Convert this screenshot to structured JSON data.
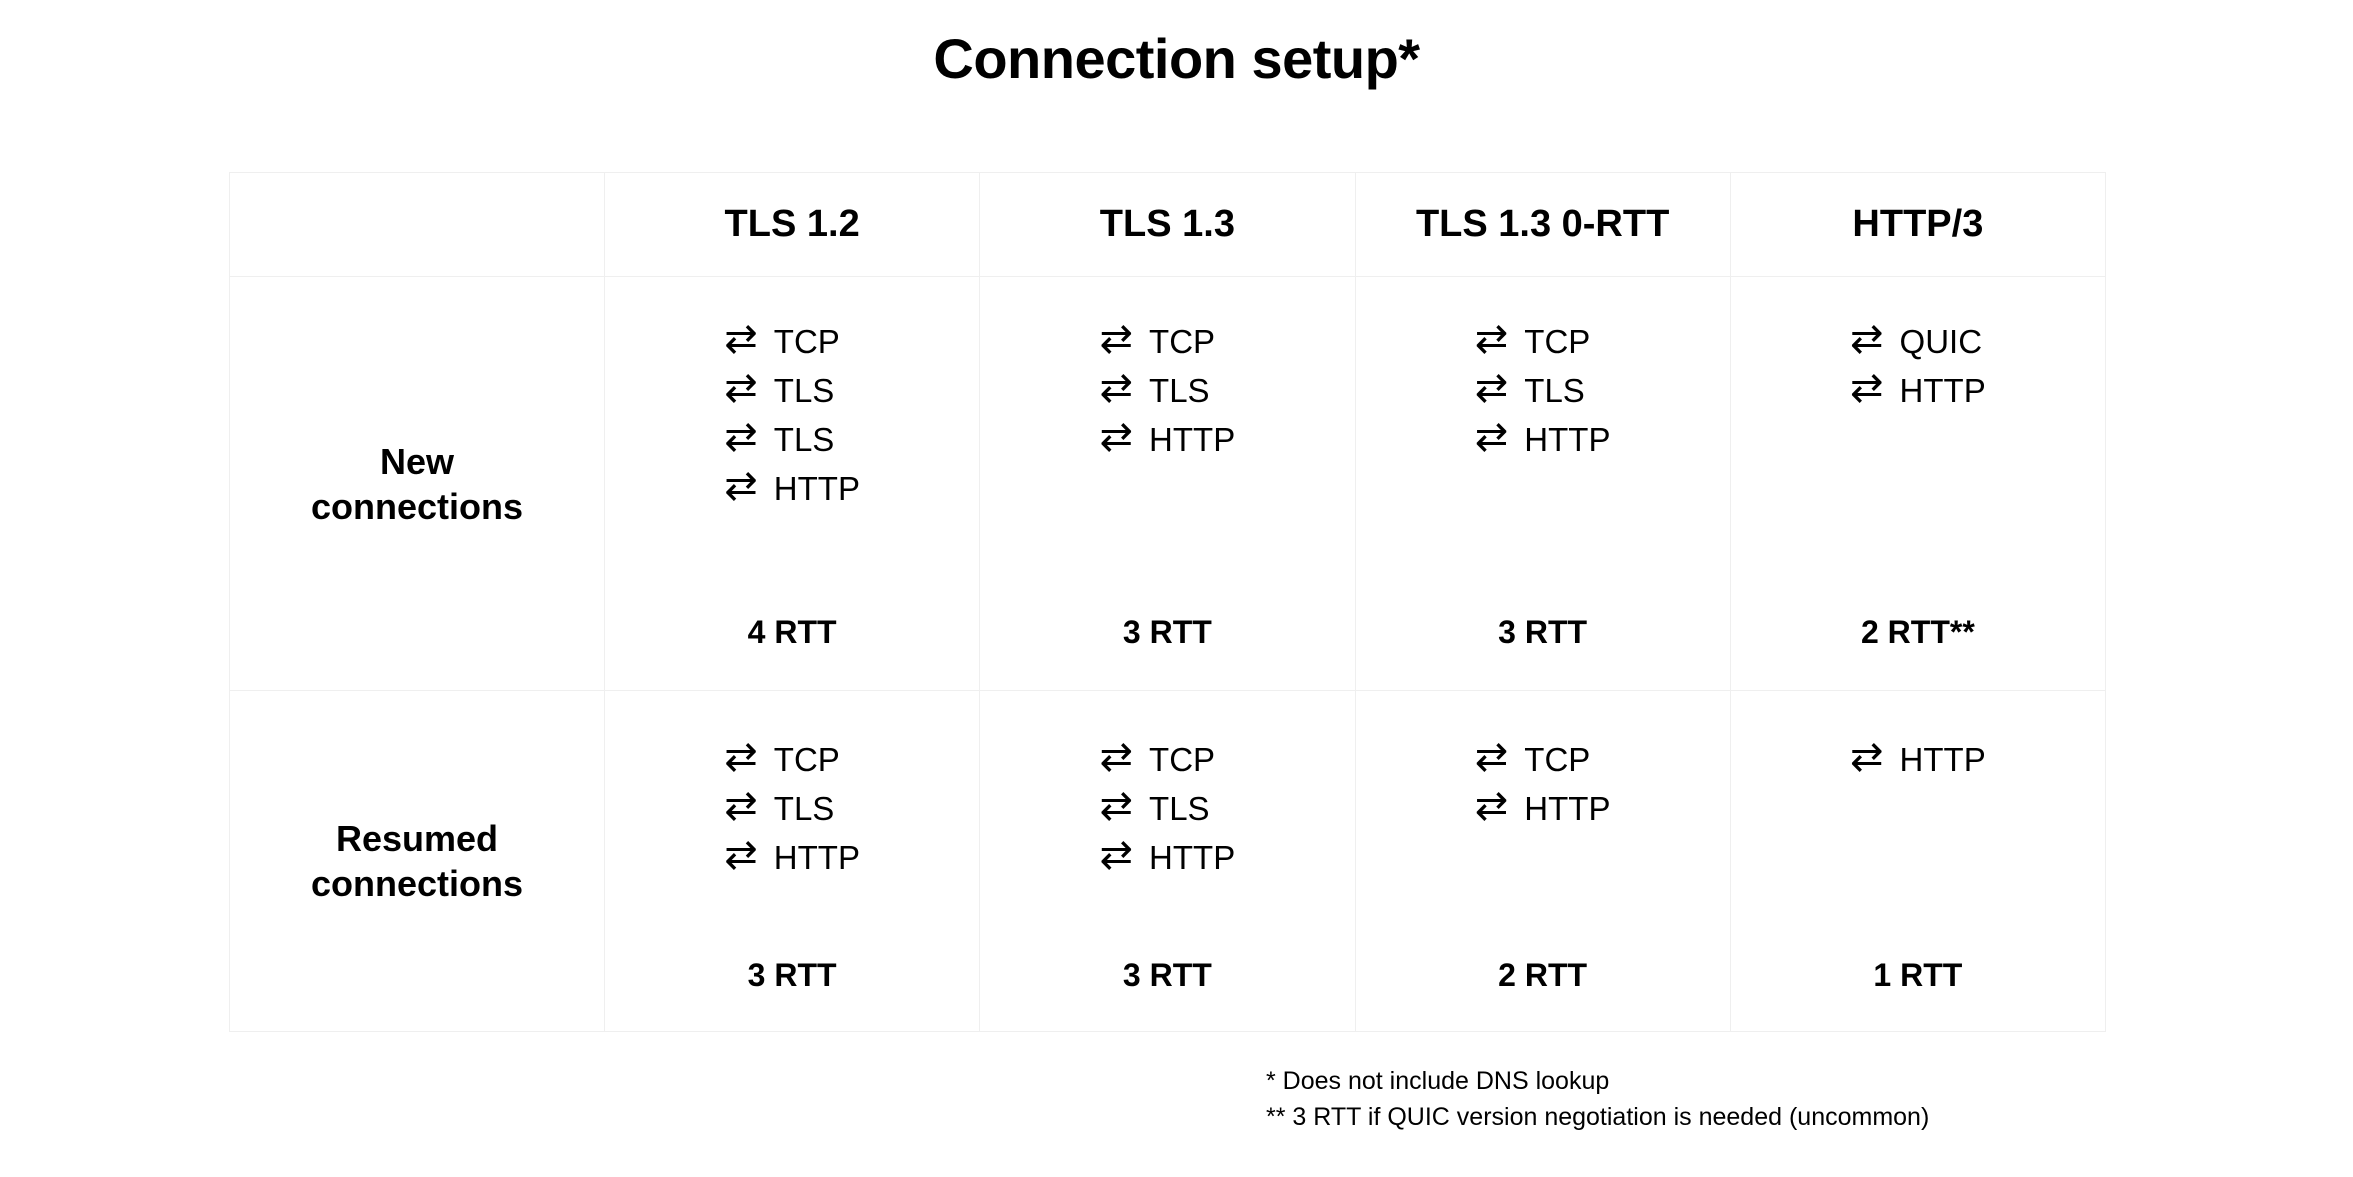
{
  "title": "Connection setup*",
  "table": {
    "corner_label": "",
    "columns": [
      "TLS 1.2",
      "TLS 1.3",
      "TLS 1.3 0-RTT",
      "HTTP/3"
    ],
    "arrow_icon": "⇄",
    "rows": [
      {
        "label": "New\nconnections",
        "cells": [
          {
            "steps": [
              "TCP",
              "TLS",
              "TLS",
              "HTTP"
            ],
            "rtt": "4 RTT"
          },
          {
            "steps": [
              "TCP",
              "TLS",
              "HTTP"
            ],
            "rtt": "3 RTT"
          },
          {
            "steps": [
              "TCP",
              "TLS",
              "HTTP"
            ],
            "rtt": "3 RTT"
          },
          {
            "steps": [
              "QUIC",
              "HTTP"
            ],
            "rtt": "2 RTT**"
          }
        ]
      },
      {
        "label": "Resumed\nconnections",
        "cells": [
          {
            "steps": [
              "TCP",
              "TLS",
              "HTTP"
            ],
            "rtt": "3 RTT"
          },
          {
            "steps": [
              "TCP",
              "TLS",
              "HTTP"
            ],
            "rtt": "3 RTT"
          },
          {
            "steps": [
              "TCP",
              "HTTP"
            ],
            "rtt": "2 RTT"
          },
          {
            "steps": [
              "HTTP"
            ],
            "rtt": "1 RTT"
          }
        ]
      }
    ]
  },
  "footnotes": [
    "* Does not include DNS lookup",
    "** 3 RTT if QUIC version negotiation is needed (uncommon)"
  ],
  "colors": {
    "background": "#ffffff",
    "text": "#000000",
    "table_border": "#efefef",
    "page_edge": "#dcdcdc"
  }
}
